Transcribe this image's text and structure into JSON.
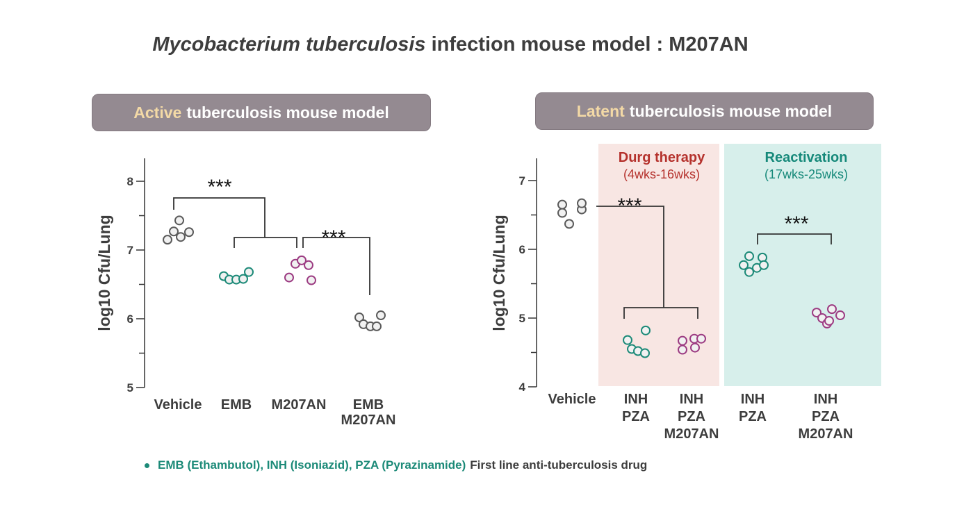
{
  "title": {
    "italic": "Mycobacterium tuberculosis",
    "rest": "infection mouse model : M207AN"
  },
  "panels": {
    "active": {
      "highlight": "Active",
      "text": "tuberculosis mouse model"
    },
    "latent": {
      "highlight": "Latent",
      "text": "tuberculosis mouse model"
    }
  },
  "footnote": {
    "drugs": "EMB (Ethambutol), INH (Isoniazid), PZA (Pyrazinamide)",
    "desc": "First line anti-tuberculosis drug"
  },
  "colors": {
    "gray": "#5a5a5a",
    "teal": "#1c8a78",
    "purple": "#9c3b82",
    "highlight": "#f3d9a6",
    "pill": "#948a91",
    "therapy_bg": "#f8e6e3",
    "reactivation_bg": "#d7efeb",
    "therapy_text": "#b5322d",
    "reactivation_text": "#16897a"
  },
  "chart_data": [
    {
      "type": "scatter",
      "ylabel": "log10 Cfu/Lung",
      "ylim": [
        5,
        8.3
      ],
      "yticks": [
        "5",
        "6",
        "7",
        "8"
      ],
      "categories": [
        [
          "Vehicle"
        ],
        [
          "EMB"
        ],
        [
          "M207AN"
        ],
        [
          "EMB",
          "M207AN"
        ]
      ],
      "series": [
        {
          "color_key": "gray",
          "values": [
            7.15,
            7.27,
            7.43,
            7.19,
            7.26
          ]
        },
        {
          "color_key": "teal",
          "values": [
            6.62,
            6.57,
            6.57,
            6.58,
            6.68
          ]
        },
        {
          "color_key": "purple",
          "values": [
            6.6,
            6.8,
            6.85,
            6.78,
            6.56
          ]
        },
        {
          "color_key": "gray",
          "values": [
            6.02,
            5.92,
            5.89,
            5.89,
            6.05
          ]
        }
      ],
      "annotations": [
        {
          "text": "***",
          "pair": "Vehicle vs EMB/M207AN"
        },
        {
          "text": "***",
          "pair": "M207AN vs EMB+M207AN"
        }
      ]
    },
    {
      "type": "scatter",
      "ylabel": "log10 Cfu/Lung",
      "ylim": [
        4,
        7.3
      ],
      "yticks": [
        "4",
        "5",
        "6",
        "7"
      ],
      "regions": [
        {
          "title": "Durg therapy",
          "subtitle": "(4wks-16wks)",
          "color_key": "therapy"
        },
        {
          "title": "Reactivation",
          "subtitle": "(17wks-25wks)",
          "color_key": "reactivation"
        }
      ],
      "categories": [
        [
          "Vehicle"
        ],
        [
          "INH",
          "PZA"
        ],
        [
          "INH",
          "PZA",
          "M207AN"
        ],
        [
          "INH",
          "PZA"
        ],
        [
          "INH",
          "PZA",
          "M207AN"
        ]
      ],
      "series": [
        {
          "color_key": "gray",
          "values": [
            6.53,
            6.65,
            6.37,
            6.58,
            6.67
          ]
        },
        {
          "color_key": "teal",
          "values": [
            4.68,
            4.55,
            4.52,
            4.49,
            4.82
          ]
        },
        {
          "color_key": "purple",
          "values": [
            4.67,
            4.54,
            4.7,
            4.57,
            4.7
          ]
        },
        {
          "color_key": "teal",
          "values": [
            5.77,
            5.9,
            5.67,
            5.73,
            5.88,
            5.77
          ]
        },
        {
          "color_key": "purple",
          "values": [
            5.08,
            5.0,
            4.92,
            4.96,
            5.13,
            5.04
          ]
        }
      ],
      "annotations": [
        {
          "text": "***",
          "pair": "Vehicle vs INH/PZA groups"
        },
        {
          "text": "***",
          "pair": "INH/PZA vs INH/PZA/M207AN (reactivation)"
        }
      ]
    }
  ]
}
